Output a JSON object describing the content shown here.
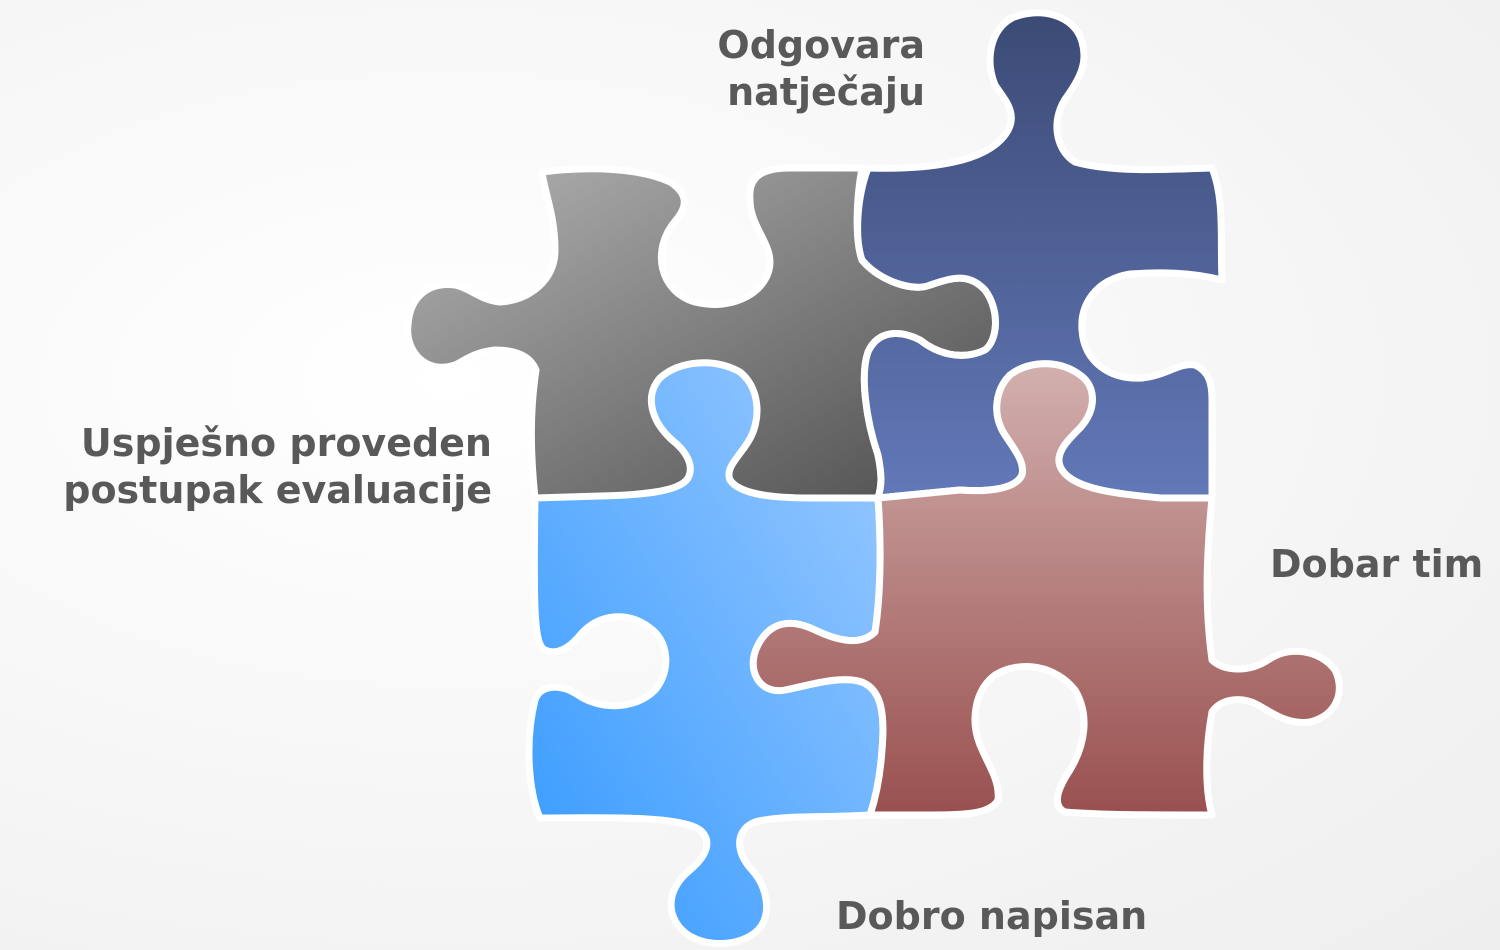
{
  "labels": {
    "top": [
      "Odgovara",
      "natječaju"
    ],
    "left": [
      "Uspješno proveden",
      "postupak evaluacije"
    ],
    "right": [
      "Dobar tim"
    ],
    "bottom": [
      "Dobro napisan"
    ]
  },
  "pieces": [
    {
      "name": "gray",
      "colors": [
        "#b3b3b3",
        "#4d4d4d"
      ]
    },
    {
      "name": "navy",
      "colors": [
        "#3c4a75",
        "#6278b8"
      ]
    },
    {
      "name": "light-blue",
      "colors": [
        "#3399ff",
        "#9ccaff"
      ]
    },
    {
      "name": "rose",
      "colors": [
        "#d2b0ae",
        "#98504f"
      ]
    }
  ],
  "colors": {
    "text": "#595959",
    "outline": "#ffffff"
  }
}
